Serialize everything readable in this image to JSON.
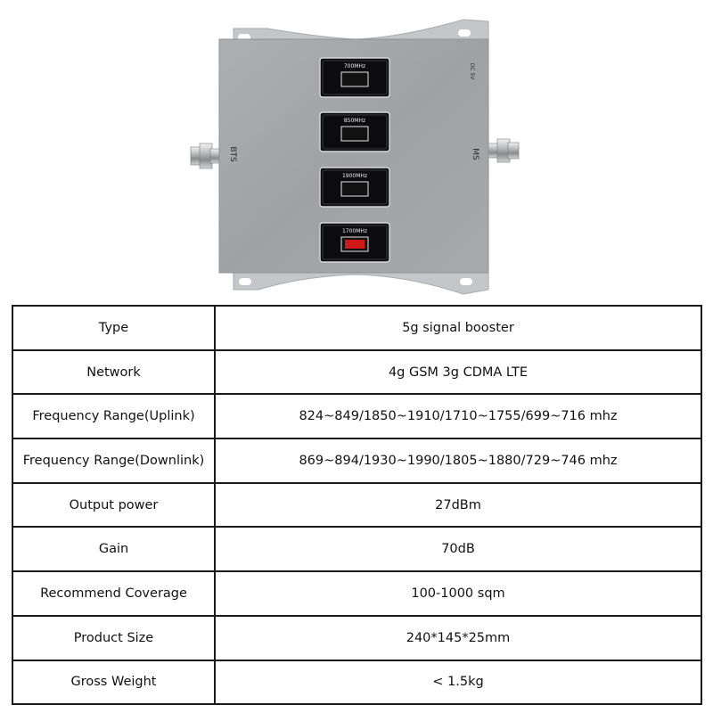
{
  "device": {
    "bands": [
      "700MHz",
      "850MHz",
      "1900MHz",
      "1700MHz"
    ],
    "port_left": "BTS",
    "port_right": "MS",
    "power_label": "DC 5V",
    "colors": {
      "panel": "#a3a5a8",
      "bracket": "#c3c5c8",
      "display": "#0c0c0e",
      "led": "#d01818"
    }
  },
  "specs": [
    {
      "label": "Type",
      "value": "5g signal booster"
    },
    {
      "label": "Network",
      "value": "4g GSM 3g CDMA LTE"
    },
    {
      "label": "Frequency Range(Uplink)",
      "value": "824~849/1850~1910/1710~1755/699~716 mhz"
    },
    {
      "label": "Frequency Range(Downlink)",
      "value": "869~894/1930~1990/1805~1880/729~746 mhz"
    },
    {
      "label": "Output power",
      "value": "27dBm"
    },
    {
      "label": "Gain",
      "value": "70dB"
    },
    {
      "label": "Recommend Coverage",
      "value": "100-1000 sqm"
    },
    {
      "label": "Product Size",
      "value": "240*145*25mm"
    },
    {
      "label": "Gross Weight",
      "value": "< 1.5kg"
    }
  ]
}
